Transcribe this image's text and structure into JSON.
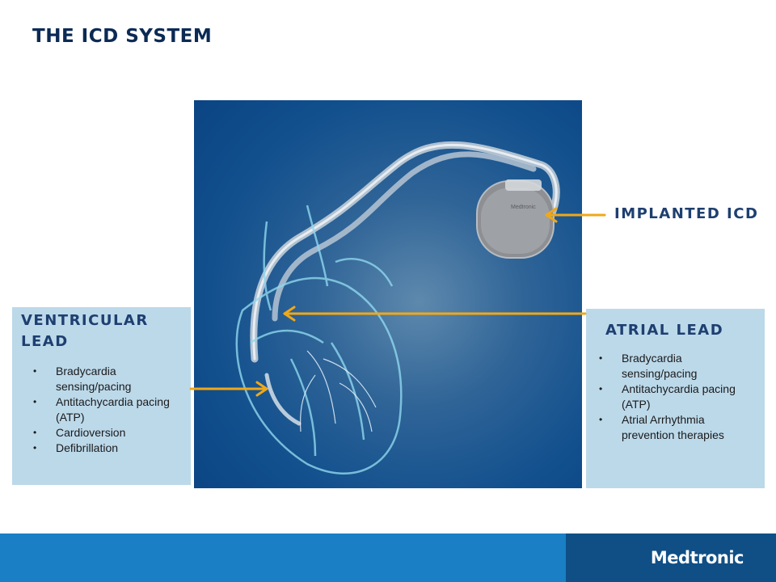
{
  "slide": {
    "title": "THE ICD SYSTEM"
  },
  "callouts": {
    "implanted_icd": "IMPLANTED ICD"
  },
  "ventricular_panel": {
    "heading": "VENTRICULAR LEAD",
    "bullets": [
      "Bradycardia sensing/pacing",
      "Antitachycardia pacing (ATP)",
      "Cardioversion",
      "Defibrillation"
    ]
  },
  "atrial_panel": {
    "heading": "ATRIAL LEAD",
    "bullets": [
      "Bradycardia sensing/pacing",
      "Antitachycardia pacing (ATP)",
      "Atrial Arrhythmia prevention therapies"
    ]
  },
  "device": {
    "label": "Medtronic"
  },
  "footer": {
    "logo": "Medtronic"
  },
  "colors": {
    "title": "#0b2a55",
    "panel_bg": "#bcd9ea",
    "arrow": "#f0a818",
    "footer_blue": "#1a7fc4",
    "footer_dark": "#0f4f86"
  }
}
